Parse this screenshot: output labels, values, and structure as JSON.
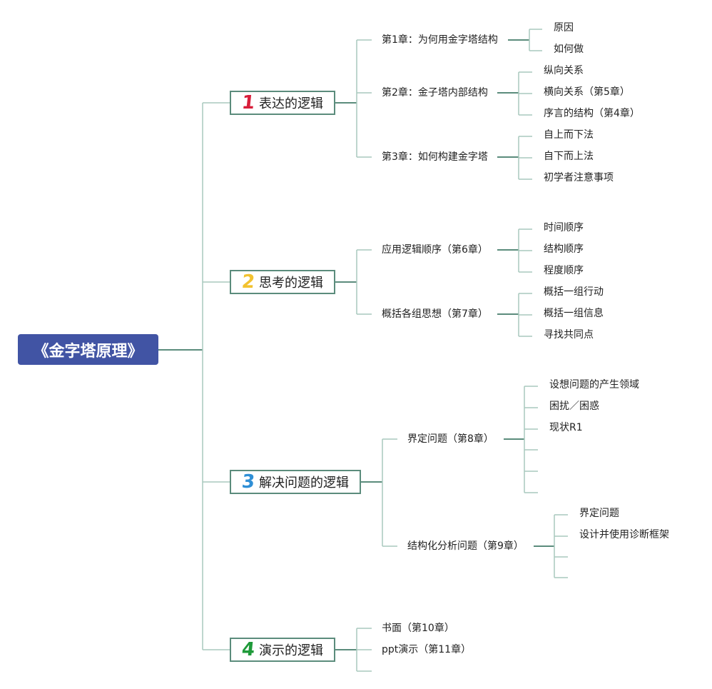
{
  "root": "《金字塔原理》",
  "colors": {
    "line": "#5b8c7c",
    "line_light": "#a9c9bd",
    "root_bg": "#4154a4",
    "num1": "#d81e3a",
    "num2": "#f2c230",
    "num3": "#2f8fd6",
    "num4": "#1f9a3a"
  },
  "branches": [
    {
      "num": "1",
      "label": "表达的逻辑",
      "children": [
        {
          "label": "第1章：为何用金字塔结构",
          "children": [
            "原因",
            "如何做"
          ]
        },
        {
          "label": "第2章：金子塔内部结构",
          "children": [
            "纵向关系",
            "横向关系（第5章）",
            "序言的结构（第4章）"
          ]
        },
        {
          "label": "第3章：如何构建金字塔",
          "children": [
            "自上而下法",
            "自下而上法",
            "初学者注意事项"
          ]
        }
      ]
    },
    {
      "num": "2",
      "label": "思考的逻辑",
      "children": [
        {
          "label": "应用逻辑顺序（第6章）",
          "children": [
            "时间顺序",
            "结构顺序",
            "程度顺序"
          ]
        },
        {
          "label": "概括各组思想（第7章）",
          "children": [
            "概括一组行动",
            "概括一组信息",
            "寻找共同点"
          ]
        }
      ]
    },
    {
      "num": "3",
      "label": "解决问题的逻辑",
      "children": [
        {
          "label": "界定问题（第8章）",
          "children": [
            "设想问题的产生领域",
            "困扰／困惑",
            "现状R1",
            "",
            "",
            ""
          ]
        },
        {
          "label": "结构化分析问题（第9章）",
          "children": [
            "界定问题",
            "设计并使用诊断框架",
            "",
            ""
          ]
        }
      ]
    },
    {
      "num": "4",
      "label": "演示的逻辑",
      "children": [
        {
          "label": "书面（第10章）",
          "children": []
        },
        {
          "label": "ppt演示（第11章）",
          "children": []
        },
        {
          "label": "",
          "children": []
        }
      ]
    }
  ]
}
